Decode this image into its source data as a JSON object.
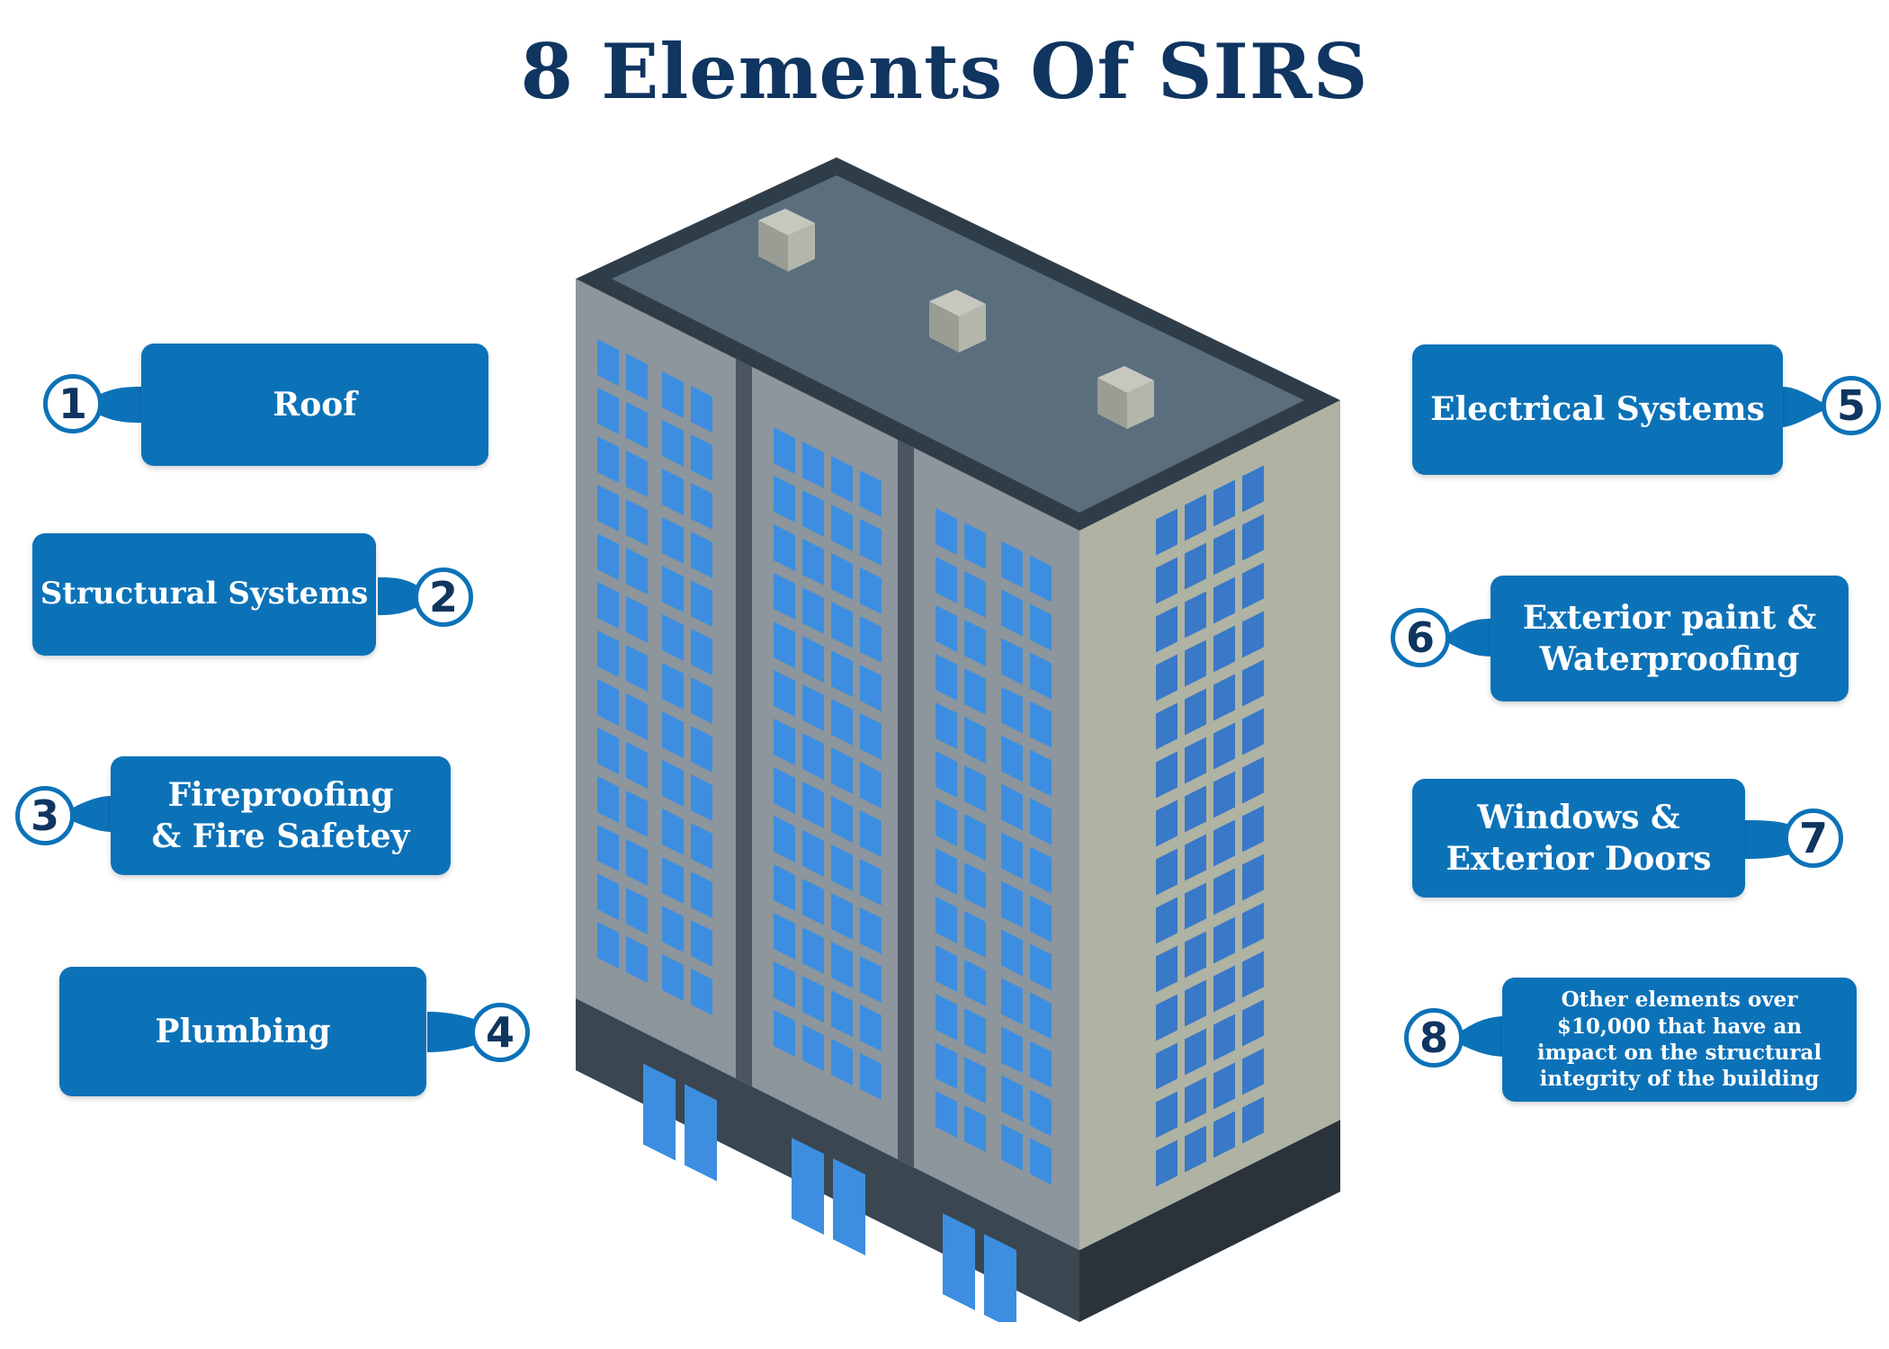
{
  "title": "8 Elements Of SIRS",
  "elements": [
    {
      "number": "1",
      "label": "Roof"
    },
    {
      "number": "2",
      "label": "Structural Systems"
    },
    {
      "number": "3",
      "label": "Fireproofing\n& Fire Safetey"
    },
    {
      "number": "4",
      "label": "Plumbing"
    },
    {
      "number": "5",
      "label": "Electrical Systems"
    },
    {
      "number": "6",
      "label": "Exterior paint &\nWaterproofing"
    },
    {
      "number": "7",
      "label": "Windows &\nExterior Doors"
    },
    {
      "number": "8",
      "label": "Other elements over\n$10,000 that have an\nimpact on the structural\nintegrity of the building"
    }
  ],
  "colors": {
    "box": "#0c72b8",
    "title": "#0f3560",
    "roof": "#5a6e7d",
    "wall_left": "#8c969c",
    "wall_right": "#aeb3a3",
    "window": "#3d8ee0",
    "base": "#2e3a42"
  }
}
